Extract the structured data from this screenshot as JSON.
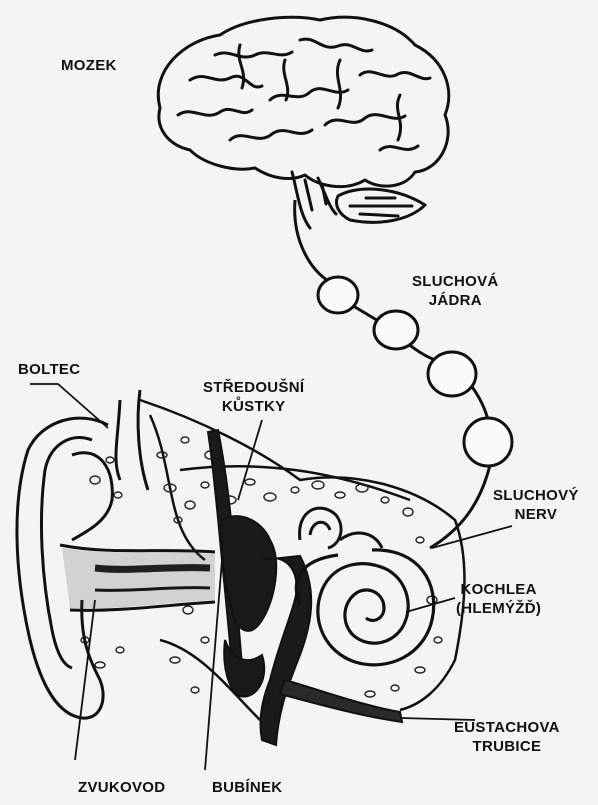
{
  "labels": {
    "mozek": "MOZEK",
    "sluchova_jadra": [
      "SLUCHOVÁ",
      "JÁDRA"
    ],
    "boltec": "BOLTEC",
    "stredousni_kustky": [
      "STŘEDOUŠNÍ",
      "KŮSTKY"
    ],
    "sluchovy_nerv": [
      "SLUCHOVÝ",
      "NERV"
    ],
    "kochlea": [
      "KOCHLEA",
      "(HLEMÝŽĎ)"
    ],
    "eustachova_trubice": [
      "EUSTACHOVA",
      "TRUBICE"
    ],
    "zvukovod": "ZVUKOVOD",
    "bubinek": "BUBÍNEK"
  },
  "colors": {
    "background": "#f4f4f2",
    "ink": "#111111"
  }
}
